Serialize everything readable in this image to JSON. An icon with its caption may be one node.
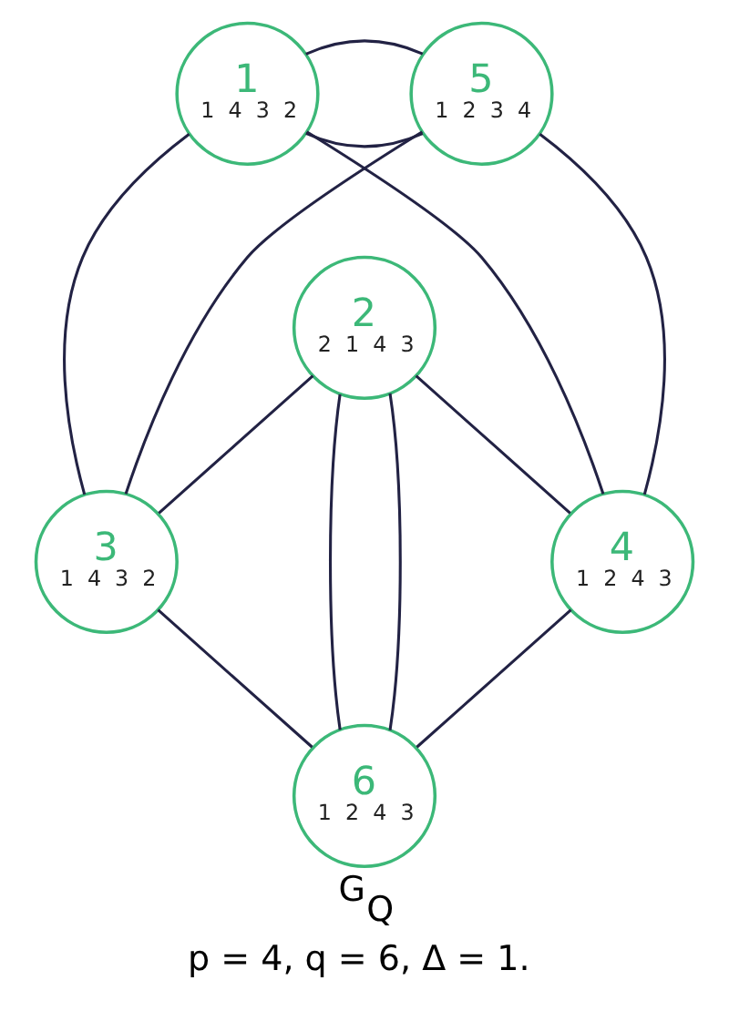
{
  "diagram": {
    "title": "G$_{Q}$",
    "caption": "p = 4, q = 6, Δ = 1.",
    "nodes": [
      {
        "text": [
          "1",
          "1",
          "4",
          "3",
          "2"
        ]
      },
      {
        "text": [
          "5",
          "1",
          "2",
          "3",
          "4"
        ]
      },
      {
        "text": [
          "2",
          "2",
          "1",
          "4",
          "3"
        ]
      },
      {
        "text": [
          "3",
          "1",
          "4",
          "3",
          "2"
        ]
      },
      {
        "text": [
          "4",
          "1",
          "2",
          "4",
          "3"
        ]
      },
      {
        "text": [
          "6",
          "1",
          "2",
          "4",
          "3"
        ]
      }
    ],
    "edges": [
      {
        "from": 0,
        "to": 4,
        "arrow": "none"
      },
      {
        "from": 0,
        "to": 1,
        "arrow": "none"
      },
      {
        "from": 0,
        "to": 1,
        "arrow": "none"
      },
      {
        "from": 0,
        "to": 3,
        "arrow": "none"
      },
      {
        "from": 1,
        "to": 3,
        "arrow": "none"
      },
      {
        "from": 1,
        "to": 4,
        "arrow": "none"
      },
      {
        "from": 2,
        "to": 4,
        "arrow": "none"
      },
      {
        "from": 2,
        "to": 3,
        "arrow": "none"
      },
      {
        "from": 2,
        "to": 5,
        "arrow": "none"
      },
      {
        "from": 2,
        "to": 5,
        "arrow": "none"
      },
      {
        "from": 3,
        "to": 5,
        "arrow": "none"
      },
      {
        "from": 5,
        "to": 4,
        "arrow": "none"
      }
    ]
  }
}
